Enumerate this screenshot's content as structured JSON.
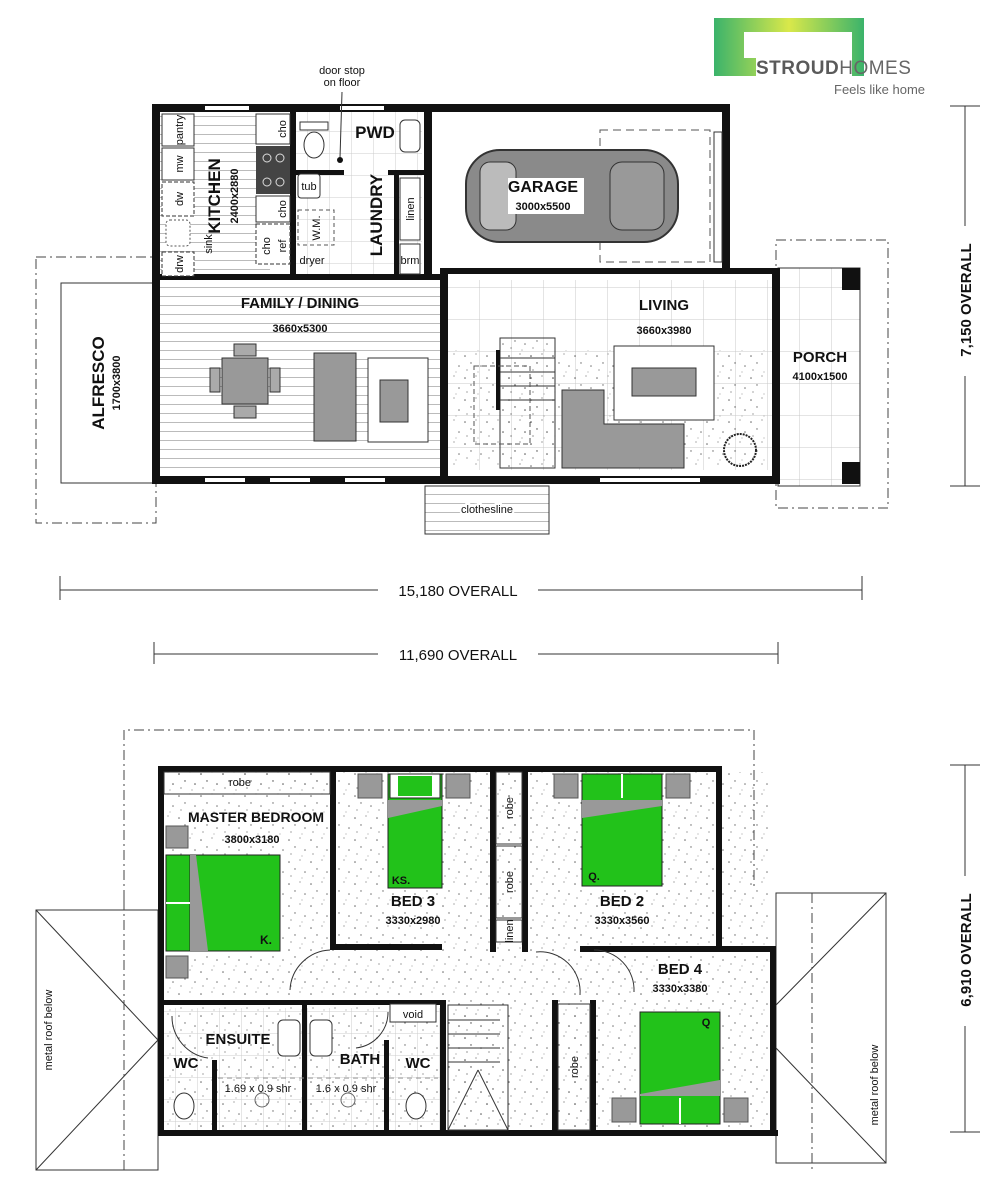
{
  "brand": {
    "name_bold": "STROUD",
    "name_light": "HOMES",
    "tagline": "Feels like home",
    "colors": {
      "logo_gradient_start": "#d9e84a",
      "logo_gradient_end": "#3bb36b",
      "text": "#666666"
    }
  },
  "colors": {
    "wall": "#111111",
    "furniture": "#999999",
    "bed_green": "#22c21a",
    "floor_line": "#bbbbbb"
  },
  "ground_floor": {
    "annotations": {
      "door_stop": [
        "door stop",
        "on floor"
      ]
    },
    "rooms": {
      "kitchen": {
        "name": "KITCHEN",
        "size": "2400x2880"
      },
      "pwd": {
        "name": "PWD"
      },
      "laundry": {
        "name": "LAUNDRY"
      },
      "garage": {
        "name": "GARAGE",
        "size": "3000x5500"
      },
      "family_dining": {
        "name": "FAMILY / DINING",
        "size": "3660x5300"
      },
      "living": {
        "name": "LIVING",
        "size": "3660x3980"
      },
      "alfresco": {
        "name": "ALFRESCO",
        "size": "1700x3800"
      },
      "porch": {
        "name": "PORCH",
        "size": "4100x1500"
      }
    },
    "fixtures": {
      "pantry": "pantry",
      "mw": "mw",
      "dw": "dw",
      "sink": "sink",
      "drw": "drw",
      "cho1": "cho",
      "cho2": "cho",
      "cho3": "cho",
      "ref": "ref",
      "tub": "tub",
      "wm": "W.M.",
      "dryer": "dryer",
      "linen": "linen",
      "brm": "brm",
      "clothesline": "clothesline"
    },
    "dimensions": {
      "width_overall": "15,180 OVERALL",
      "width_inner": "11,690 OVERALL",
      "depth_overall": "7,150 OVERALL"
    }
  },
  "upper_floor": {
    "rooms": {
      "master_bedroom": {
        "name": "MASTER BEDROOM",
        "size": "3800x3180",
        "bed": "K."
      },
      "bed3": {
        "name": "BED 3",
        "size": "3330x2980",
        "bed": "KS."
      },
      "bed2": {
        "name": "BED 2",
        "size": "3330x3560",
        "bed": "Q."
      },
      "bed4": {
        "name": "BED 4",
        "size": "3330x3380",
        "bed": "Q"
      },
      "ensuite": {
        "name": "ENSUITE"
      },
      "bath": {
        "name": "BATH"
      },
      "wc1": {
        "name": "WC"
      },
      "wc2": {
        "name": "WC"
      }
    },
    "fixtures": {
      "robe_master": "robe",
      "robe1": "robe",
      "robe2": "robe",
      "robe3": "robe",
      "linen": "linen",
      "void": "void",
      "shower1": "1.69 x 0.9 shr",
      "shower2": "1.6 x 0.9 shr"
    },
    "annotations": {
      "roof_left": "metal roof below",
      "roof_right": "metal roof below"
    },
    "dimensions": {
      "depth_overall": "6,910 OVERALL"
    }
  }
}
